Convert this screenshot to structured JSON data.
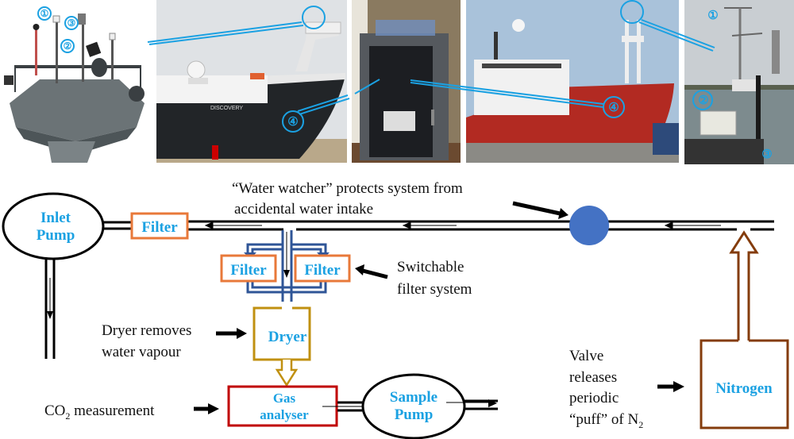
{
  "photos": [
    {
      "subject": "ship mast platform with instruments",
      "markers": [
        "①",
        "②",
        "③"
      ]
    },
    {
      "subject": "research vessel Discovery bow",
      "hull_text": "DISCOVERY",
      "markers": [
        "④"
      ]
    },
    {
      "subject": "gas analyser cabinet",
      "markers": []
    },
    {
      "subject": "red research ship at dock",
      "markers": [
        "④"
      ]
    },
    {
      "subject": "met mast with sensors",
      "markers": [
        "①",
        "②",
        "③"
      ]
    }
  ],
  "diagram": {
    "components": {
      "inlet_pump": [
        "Inlet",
        "Pump"
      ],
      "filter_main": "Filter",
      "filter_left": "Filter",
      "filter_right": "Filter",
      "dryer": "Dryer",
      "gas_analyser": [
        "Gas",
        "analyser"
      ],
      "sample_pump": [
        "Sample",
        "Pump"
      ],
      "nitrogen": "Nitrogen"
    },
    "annotations": {
      "water_watcher": [
        "“Water watcher” protects system from",
        "accidental water intake"
      ],
      "switchable": [
        "Switchable",
        "filter system"
      ],
      "dryer_note": [
        "Dryer removes",
        "water vapour"
      ],
      "co2_prefix": "CO",
      "co2_sub": "2",
      "co2_suffix": " measurement",
      "valve": [
        "Valve",
        "releases",
        "periodic"
      ],
      "valve_last_prefix": "“puff” of N",
      "valve_last_sub": "2"
    },
    "colors": {
      "label_blue": "#1ba1e2",
      "filter_orange": "#e8793a",
      "dryer_gold": "#c09010",
      "analyser_red": "#c00000",
      "nitrogen_brown": "#843c0c",
      "switch_blue": "#2f5597",
      "watcher_blue": "#4472c4",
      "callout_cyan": "#1ba1e2"
    }
  }
}
